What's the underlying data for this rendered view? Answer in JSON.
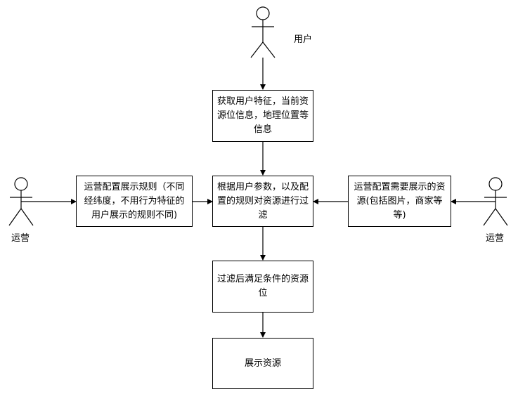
{
  "actors": {
    "user": "用户",
    "operator_left": "运营",
    "operator_right": "运营"
  },
  "nodes": {
    "fetch": "获取用户特征，当前资源位信息，地理位置等信息",
    "rules": "运营配置展示规则（不同经纬度，不用行为特征的用户展示的规则不同)",
    "filter": "根据用户参数，以及配置的规则对资源进行过滤",
    "resources": "运营配置需要展示的资源(包括图片，商家等等)",
    "result": "过滤后满足条件的资源位",
    "display": "展示资源"
  }
}
